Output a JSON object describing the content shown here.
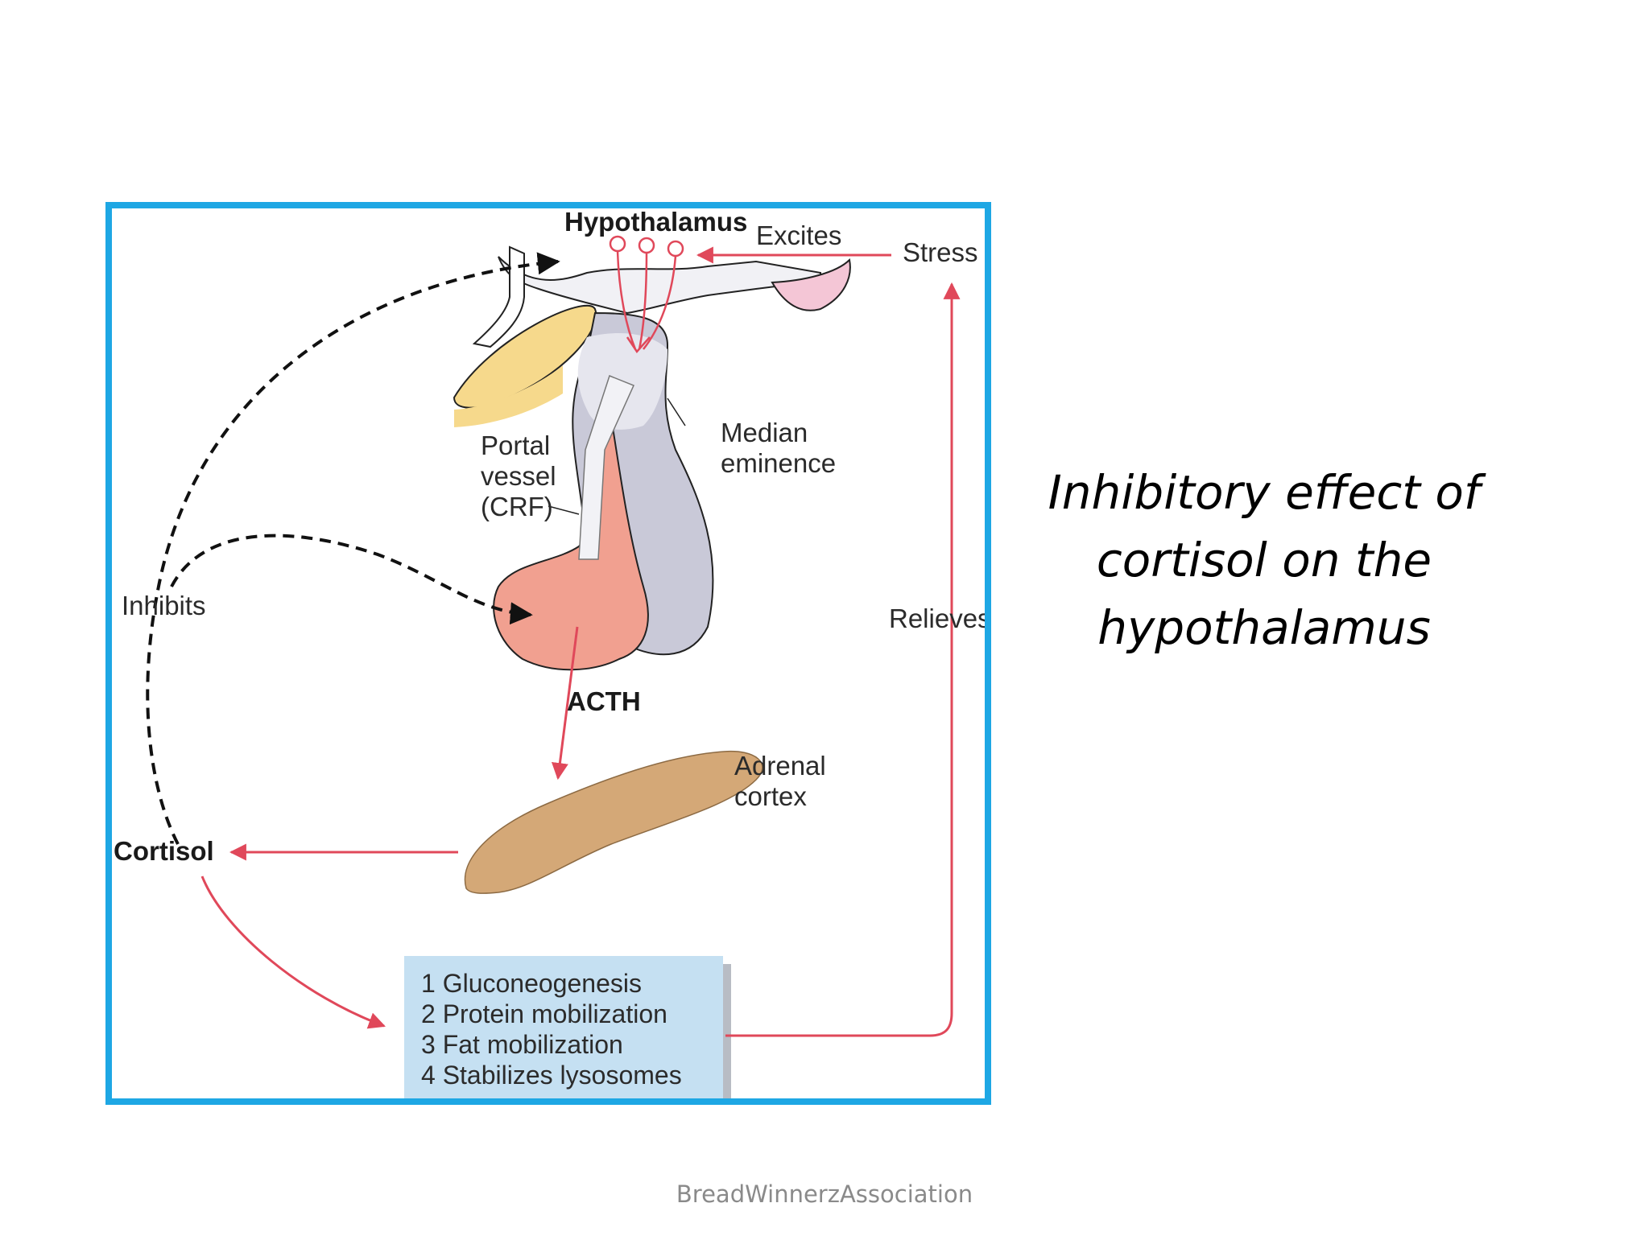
{
  "diagram": {
    "labels": {
      "hypothalamus": "Hypothalamus",
      "excites": "Excites",
      "stress": "Stress",
      "portal_vessel_line1": "Portal",
      "portal_vessel_line2": "vessel",
      "portal_vessel_line3": "(CRF)",
      "median_line1": "Median",
      "median_line2": "eminence",
      "inhibits": "Inhibits",
      "relieves": "Relieves",
      "acth": "ACTH",
      "adrenal_line1": "Adrenal",
      "adrenal_line2": "cortex",
      "cortisol": "Cortisol"
    },
    "effects": [
      "1 Gluconeogenesis",
      "2 Protein mobilization",
      "3 Fat mobilization",
      "4 Stabilizes lysosomes"
    ],
    "colors": {
      "frame": "#1ea7e4",
      "arrow_red": "#e0485a",
      "anterior_pituitary": "#f1a090",
      "posterior_pituitary": "#c9c9d8",
      "adrenal_cortex": "#d4a877",
      "optic_chiasm": "#f6d98c",
      "effects_box": "#c5e0f2"
    }
  },
  "slide": {
    "title_lines": [
      "Inhibitory effect of",
      "cortisol on the",
      "hypothalamus"
    ],
    "footer": "BreadWinnerzAssociation"
  }
}
